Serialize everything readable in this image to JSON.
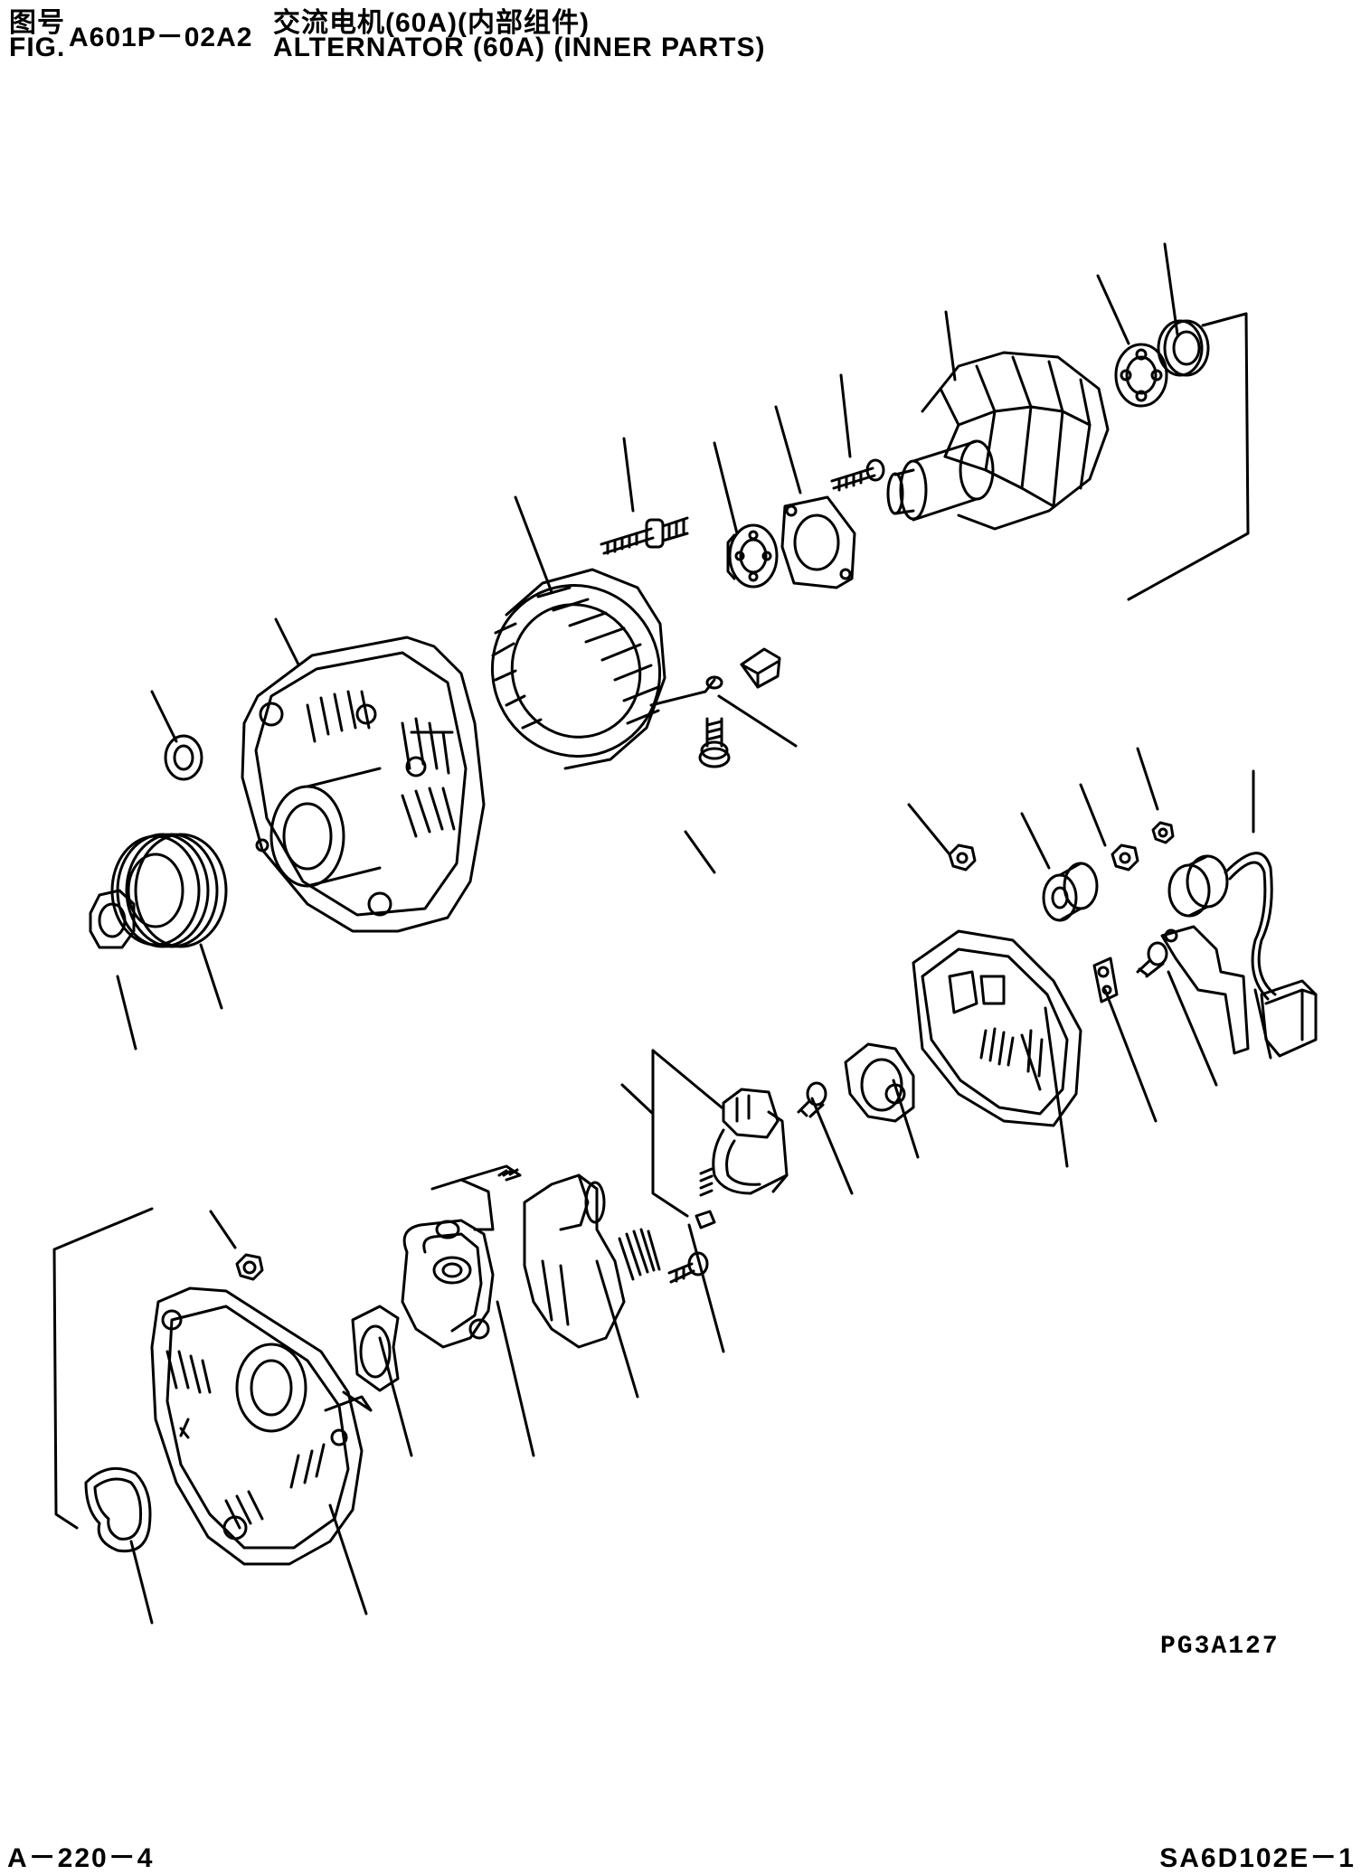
{
  "header": {
    "fig_label_cn": "图号",
    "fig_label_en": "FIG.",
    "fig_code": "A601P－02A2",
    "title_cn": "交流电机(60A)(内部组件)",
    "title_en": "ALTERNATOR (60A) (INNER PARTS)"
  },
  "drawing_code": "PG3A127",
  "footer": {
    "page_number": "A－220－4",
    "doc_code": "SA6D102E－1"
  }
}
